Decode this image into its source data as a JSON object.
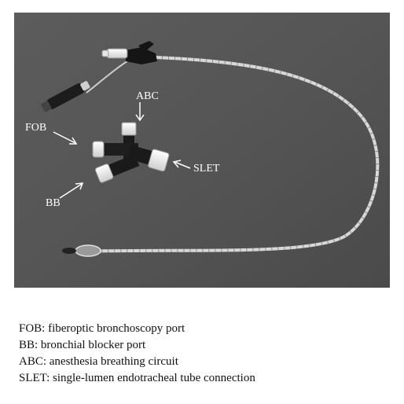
{
  "figure": {
    "labels": {
      "fob": "FOB",
      "abc": "ABC",
      "slet": "SLET",
      "bb": "BB"
    },
    "legend": [
      "FOB: fiberoptic bronchoscopy port",
      "BB: bronchial blocker port",
      "ABC: anesthesia breathing circuit",
      "SLET: single-lumen endotracheal tube connection"
    ]
  }
}
